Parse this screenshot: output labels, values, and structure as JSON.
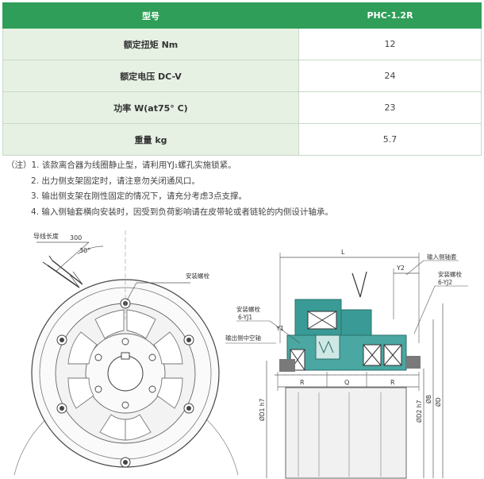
{
  "table": {
    "header": {
      "label": "型号",
      "model": "PHC-1.2R"
    },
    "rows": [
      {
        "label": "额定扭矩 Nm",
        "value": "12"
      },
      {
        "label": "额定电压 DC-V",
        "value": "24"
      },
      {
        "label": "功率 W(at75° C)",
        "value": "23"
      },
      {
        "label": "重量 kg",
        "value": "5.7"
      }
    ]
  },
  "notes": {
    "prefix": "（注）",
    "items": [
      "1. 该款离合器为线圈静止型，请利用YJ₁螺孔实施锁紧。",
      "2. 出力侧支架固定时，请注意勿关闭通风口。",
      "3. 输出侧支架在刚性固定的情况下，请充分考虑3点支撑。",
      "4. 输入侧轴套横向安装时，因受到负荷影响请在皮带轮或者链轮的内侧设计轴承。"
    ]
  },
  "front_view": {
    "lead_wire": "导线长度",
    "lead_len": "300",
    "angle": "30°",
    "bolt": "安装螺栓"
  },
  "side_view": {
    "L": "L",
    "Y2": "Y2",
    "input_sleeve": "输入侧轴套",
    "bolt_top": "安装螺栓",
    "yj2": "6-YJ2",
    "bolt_left": "安装螺栓",
    "yj1": "6-YJ1",
    "Y1": "Y1",
    "output_hollow": "输出侧中空轴",
    "R1": "R",
    "Q": "Q",
    "R2": "R",
    "d1": "ØD1 h7",
    "d2": "ØD2 h7",
    "B": "ØB",
    "D": "ØD"
  },
  "colors": {
    "header": "#2f9e58",
    "label_bg": "#e6f1e4",
    "teal": "#3a9b96"
  }
}
